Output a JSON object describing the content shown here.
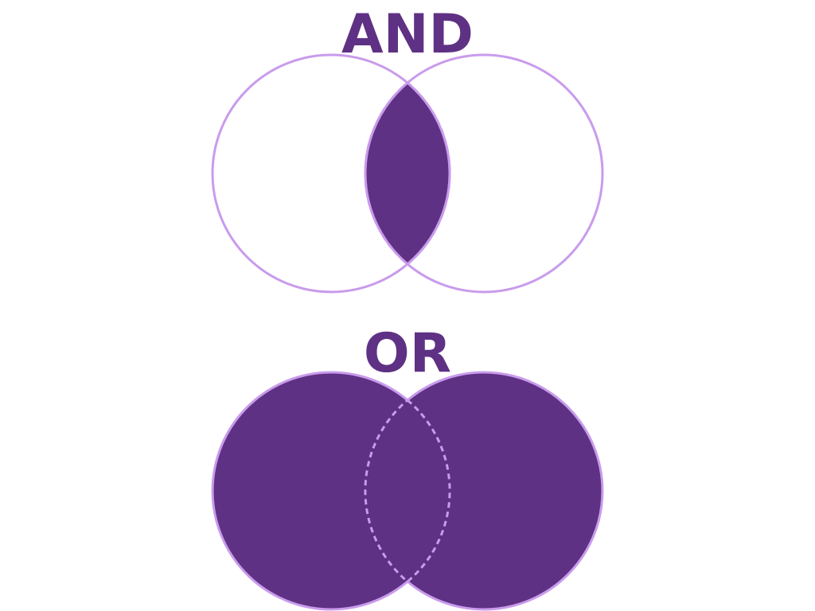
{
  "colors": {
    "fill": "#5f3184",
    "outline": "#c99bec",
    "background": "#ffffff"
  },
  "and_diagram": {
    "label": "AND",
    "shaded_region": "intersection"
  },
  "or_diagram": {
    "label": "OR",
    "shaded_region": "union"
  }
}
